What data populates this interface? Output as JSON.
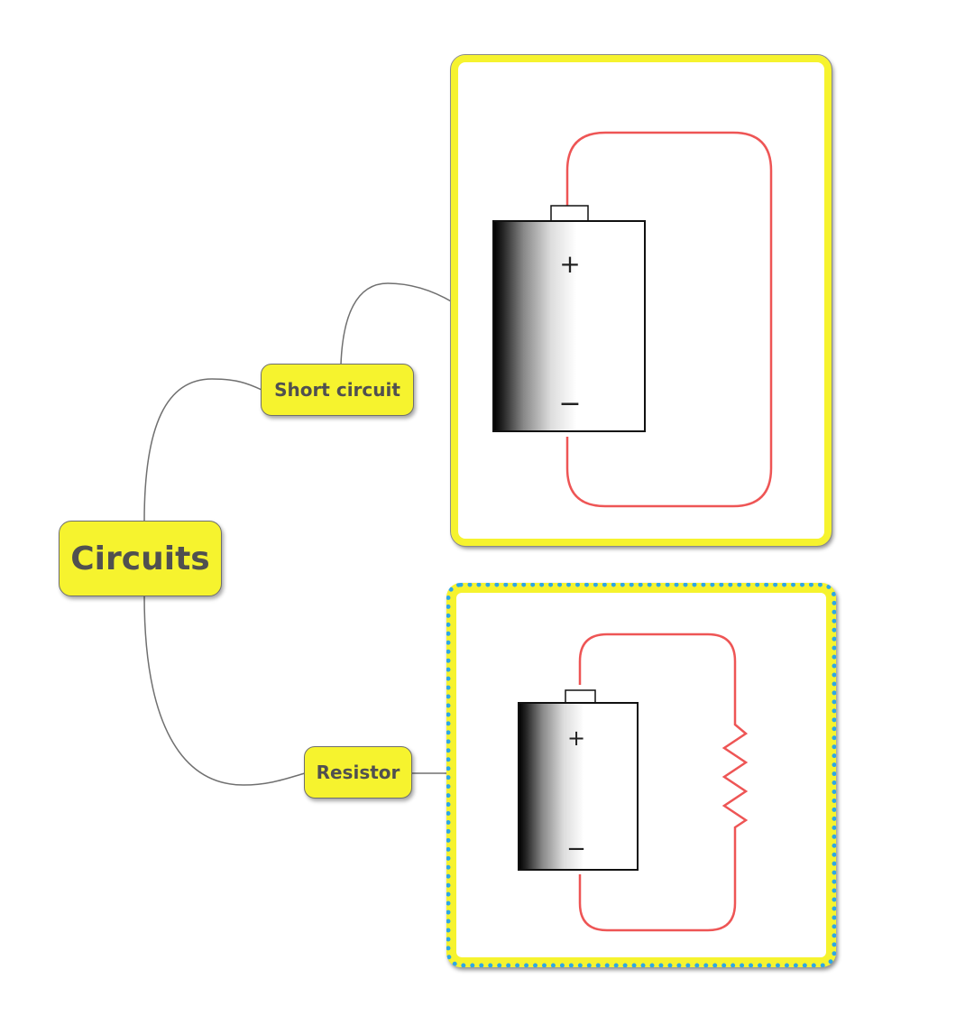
{
  "mindmap": {
    "root": {
      "label": "Circuits"
    },
    "branches": [
      {
        "label": "Short circuit",
        "figure": "battery-short-circuit"
      },
      {
        "label": "Resistor",
        "figure": "battery-resistor-circuit"
      }
    ]
  },
  "figures": {
    "short": {
      "plus": "+",
      "minus": "−"
    },
    "resistor": {
      "plus": "+",
      "minus": "−"
    }
  },
  "colors": {
    "node_fill": "#f6f32e",
    "connector": "#707070",
    "wire": "#ee5555",
    "selection_border": "#2ea6e6"
  }
}
